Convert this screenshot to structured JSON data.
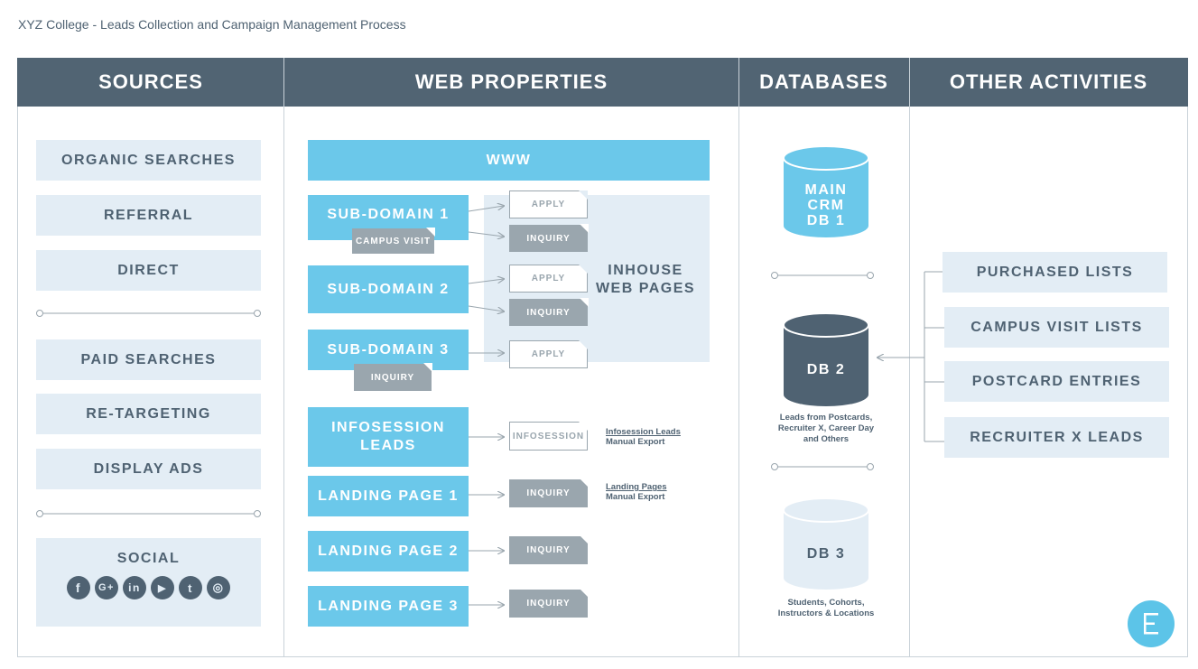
{
  "title": "XYZ College - Leads Collection and Campaign Management Process",
  "headers": {
    "sources": "SOURCES",
    "web_properties": "WEB PROPERTIES",
    "databases": "DATABASES",
    "other_activities": "OTHER ACTIVITIES"
  },
  "sources": {
    "organic": "ORGANIC SEARCHES",
    "referral": "REFERRAL",
    "direct": "DIRECT",
    "paid": "PAID SEARCHES",
    "retargeting": "RE-TARGETING",
    "display": "DISPLAY ADS",
    "social": "SOCIAL",
    "social_icons": [
      "facebook-icon",
      "google-plus-icon",
      "linkedin-icon",
      "youtube-icon",
      "twitter-icon",
      "instagram-icon"
    ]
  },
  "web": {
    "www": "WWW",
    "sub1": "SUB-DOMAIN 1",
    "sub2": "SUB-DOMAIN 2",
    "sub3": "SUB-DOMAIN 3",
    "campus_visit": "CAMPUS VISIT",
    "inquiry": "INQUIRY",
    "apply": "APPLY",
    "inhouse": "INHOUSE WEB PAGES",
    "infosession": "INFOSESSION LEADS",
    "infosession_tag": "INFOSESSION",
    "lp1": "LANDING PAGE 1",
    "lp2": "LANDING PAGE 2",
    "lp3": "LANDING PAGE 3",
    "note1_title": "Infosession Leads",
    "note1_sub": "Manual Export",
    "note2_title": "Landing Pages",
    "note2_sub": "Manual Export"
  },
  "databases": {
    "main_l1": "MAIN",
    "main_l2": "CRM",
    "main_l3": "DB 1",
    "db2": "DB 2",
    "db2_caption_l1": "Leads from Postcards,",
    "db2_caption_l2": "Recruiter X, Career Day",
    "db2_caption_l3": "and Others",
    "db3": "DB 3",
    "db3_caption_l1": "Students, Cohorts,",
    "db3_caption_l2": "Instructors & Locations"
  },
  "other": {
    "purchased": "PURCHASED LISTS",
    "campus": "CAMPUS VISIT LISTS",
    "postcard": "POSTCARD ENTRIES",
    "recruiter": "RECRUITER X LEADS"
  },
  "colors": {
    "header": "#516473",
    "blue": "#6bc8ea",
    "pale": "#e3edf5",
    "gray_tag": "#9aa6ae",
    "db_main": "#6bc8ea",
    "db2": "#4f6272",
    "db3": "#e3edf5"
  },
  "logo_icon": "e-logo-icon"
}
